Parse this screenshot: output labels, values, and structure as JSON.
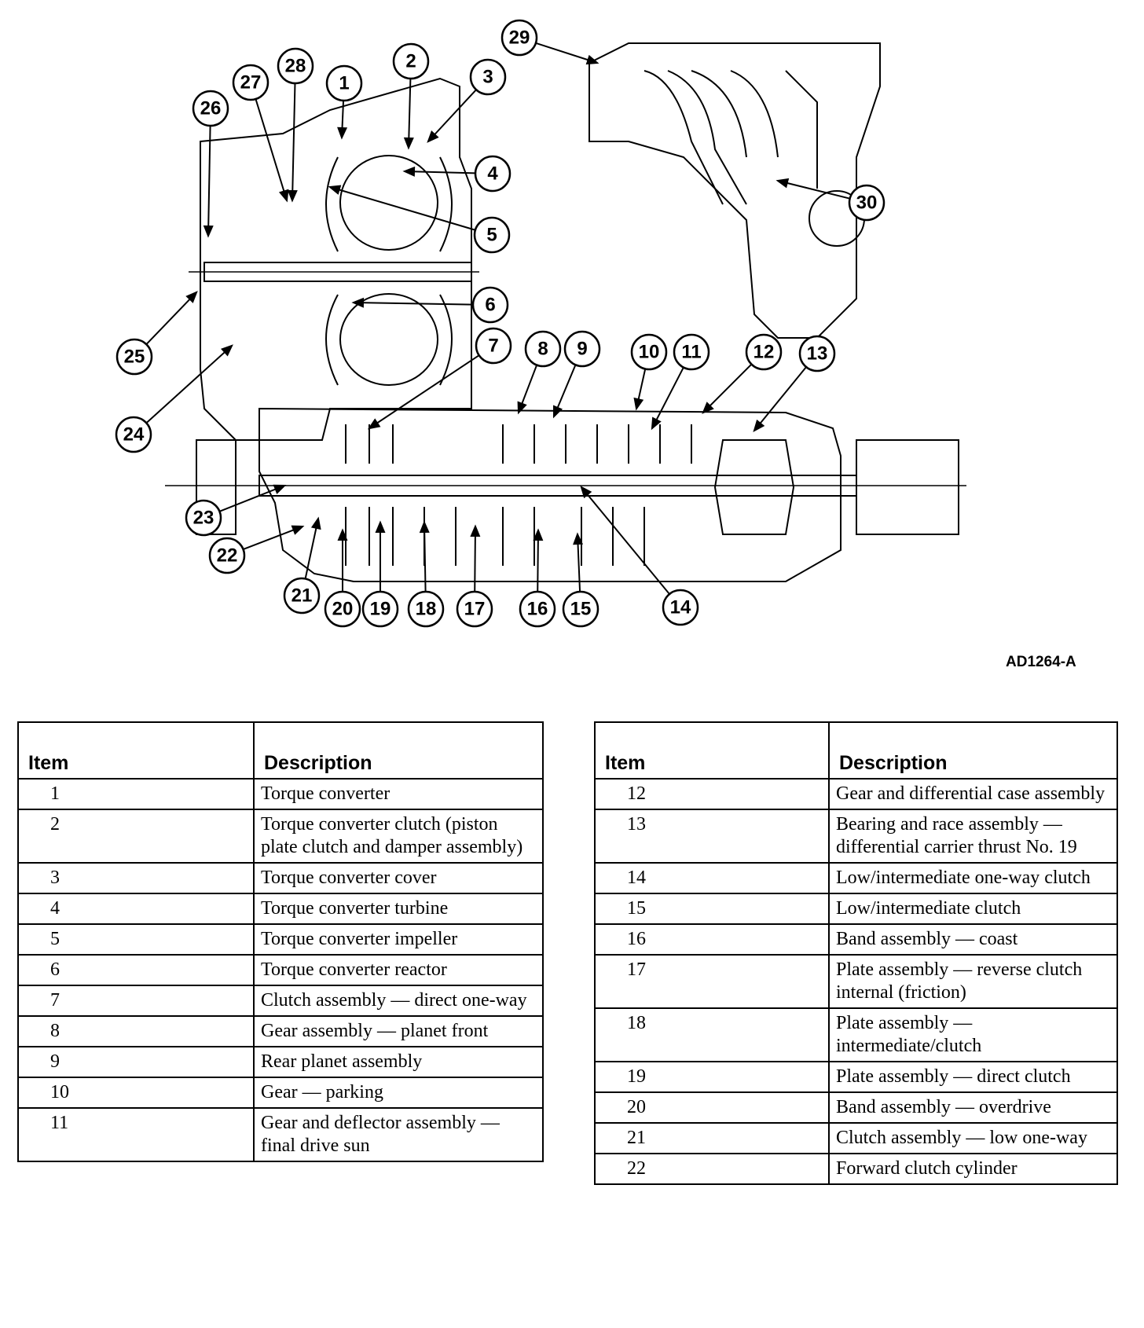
{
  "figure": {
    "id": "AD1264-A",
    "callouts": [
      "1",
      "2",
      "3",
      "4",
      "5",
      "6",
      "7",
      "8",
      "9",
      "10",
      "11",
      "12",
      "13",
      "14",
      "15",
      "16",
      "17",
      "18",
      "19",
      "20",
      "21",
      "22",
      "23",
      "24",
      "25",
      "26",
      "27",
      "28",
      "29",
      "30"
    ]
  },
  "legend": {
    "headers": {
      "item": "Item",
      "description": "Description"
    },
    "left": [
      {
        "item": "1",
        "description": "Torque converter"
      },
      {
        "item": "2",
        "description": "Torque converter clutch (piston plate clutch and damper assembly)"
      },
      {
        "item": "3",
        "description": "Torque converter cover"
      },
      {
        "item": "4",
        "description": "Torque converter turbine"
      },
      {
        "item": "5",
        "description": "Torque converter impeller"
      },
      {
        "item": "6",
        "description": "Torque converter reactor"
      },
      {
        "item": "7",
        "description": "Clutch assembly — direct one-way"
      },
      {
        "item": "8",
        "description": "Gear assembly — planet front"
      },
      {
        "item": "9",
        "description": "Rear planet assembly"
      },
      {
        "item": "10",
        "description": "Gear — parking"
      },
      {
        "item": "11",
        "description": "Gear and deflector assembly — final drive sun"
      }
    ],
    "right": [
      {
        "item": "12",
        "description": "Gear and differential case assembly"
      },
      {
        "item": "13",
        "description": "Bearing and race assembly — differential carrier thrust No. 19"
      },
      {
        "item": "14",
        "description": "Low/intermediate one-way clutch"
      },
      {
        "item": "15",
        "description": "Low/intermediate clutch"
      },
      {
        "item": "16",
        "description": "Band assembly — coast"
      },
      {
        "item": "17",
        "description": "Plate assembly — reverse clutch internal (friction)"
      },
      {
        "item": "18",
        "description": "Plate assembly — intermediate/clutch"
      },
      {
        "item": "19",
        "description": "Plate assembly — direct clutch"
      },
      {
        "item": "20",
        "description": "Band assembly — overdrive"
      },
      {
        "item": "21",
        "description": "Clutch assembly — low one-way"
      },
      {
        "item": "22",
        "description": "Forward clutch cylinder"
      }
    ]
  }
}
